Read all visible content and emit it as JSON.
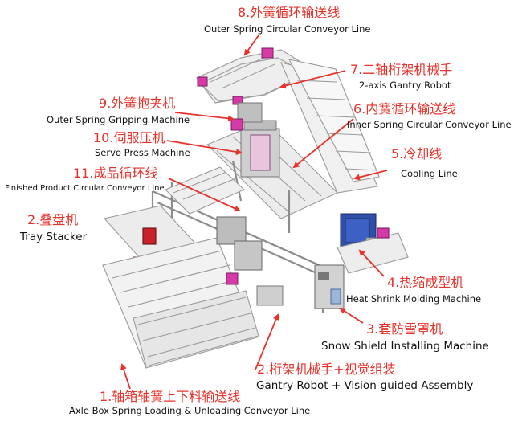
{
  "colors": {
    "label_zh": "#e8312a",
    "label_en": "#111111",
    "arrow": "#e8312a",
    "frame": "#9a9a9a",
    "frame_light": "#d4d4d4",
    "accent_magenta": "#d63aa8",
    "accent_blue": "#2f4fa8",
    "accent_red": "#c8212c"
  },
  "labels": [
    {
      "id": "outer-spring-conveyor",
      "zh": "8.外簧循环输送线",
      "en": "Outer Spring Circular Conveyor Line"
    },
    {
      "id": "gantry-robot-2axis",
      "zh": "7.二轴桁架机械手",
      "en": "2-axis Gantry Robot"
    },
    {
      "id": "outer-spring-gripping",
      "zh": "9.外簧抱夹机",
      "en": "Outer Spring Gripping Machine"
    },
    {
      "id": "inner-spring-conveyor",
      "zh": "6.内簧循环输送线",
      "en": "Inner Spring Circular Conveyor Line"
    },
    {
      "id": "servo-press",
      "zh": "10.伺服压机",
      "en": "Servo Press Machine"
    },
    {
      "id": "cooling-line",
      "zh": "5.冷却线",
      "en": "Cooling Line"
    },
    {
      "id": "finished-product-conveyor",
      "zh": "11.成品循环线",
      "en": "Finished Product Circular Conveyor Line"
    },
    {
      "id": "tray-stacker",
      "zh": "2.叠盘机",
      "en": "Tray Stacker"
    },
    {
      "id": "heat-shrink-molding",
      "zh": "4.热缩成型机",
      "en": "Heat Shrink Molding Machine"
    },
    {
      "id": "snow-shield-installing",
      "zh": "3.套防雪罩机",
      "en": "Snow Shield Installing Machine"
    },
    {
      "id": "gantry-vision-assembly",
      "zh": "2.桁架机械手+视觉组装",
      "en": "Gantry Robot + Vision-guided Assembly"
    },
    {
      "id": "axle-box-spring-conveyor",
      "zh": "1.轴箱轴簧上下料输送线",
      "en": "Axle Box Spring Loading & Unloading Conveyor Line"
    }
  ]
}
